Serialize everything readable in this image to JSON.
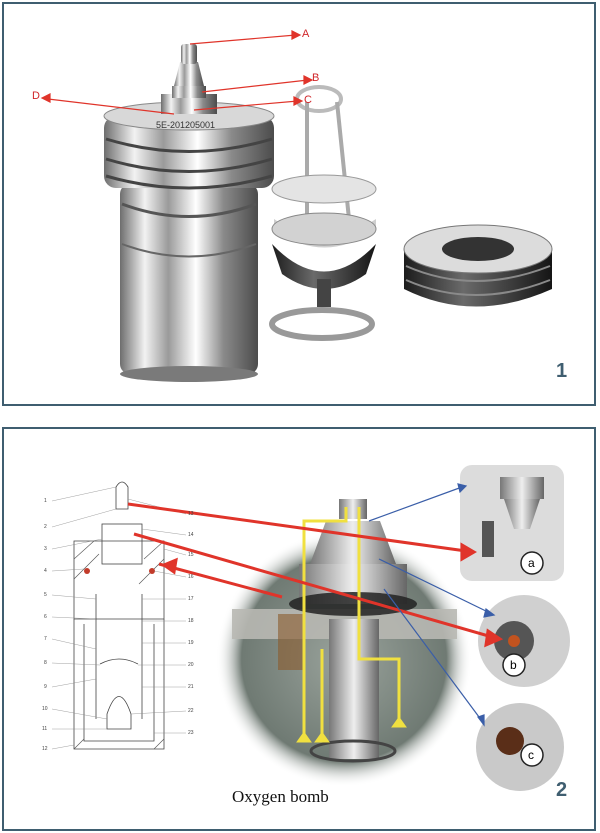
{
  "panel1": {
    "number": "1",
    "labels": {
      "a": "A",
      "b": "B",
      "c": "C",
      "d": "D"
    },
    "body_engraving": "5E-201205001"
  },
  "panel2": {
    "number": "2",
    "caption": "Oxygen bomb",
    "detail_labels": [
      "a",
      "b",
      "c"
    ],
    "left_numbers": [
      "1",
      "2",
      "3",
      "4",
      "5",
      "6",
      "7",
      "8",
      "9",
      "10",
      "11",
      "12"
    ],
    "right_numbers": [
      "13",
      "14",
      "15",
      "16",
      "17",
      "18",
      "19",
      "20",
      "21",
      "22",
      "23"
    ],
    "colors": {
      "red_arrow": "#e0342a",
      "blue_arrow": "#3a5ea8",
      "yellow_path": "#f0e040",
      "frame": "#3f5e70"
    }
  }
}
